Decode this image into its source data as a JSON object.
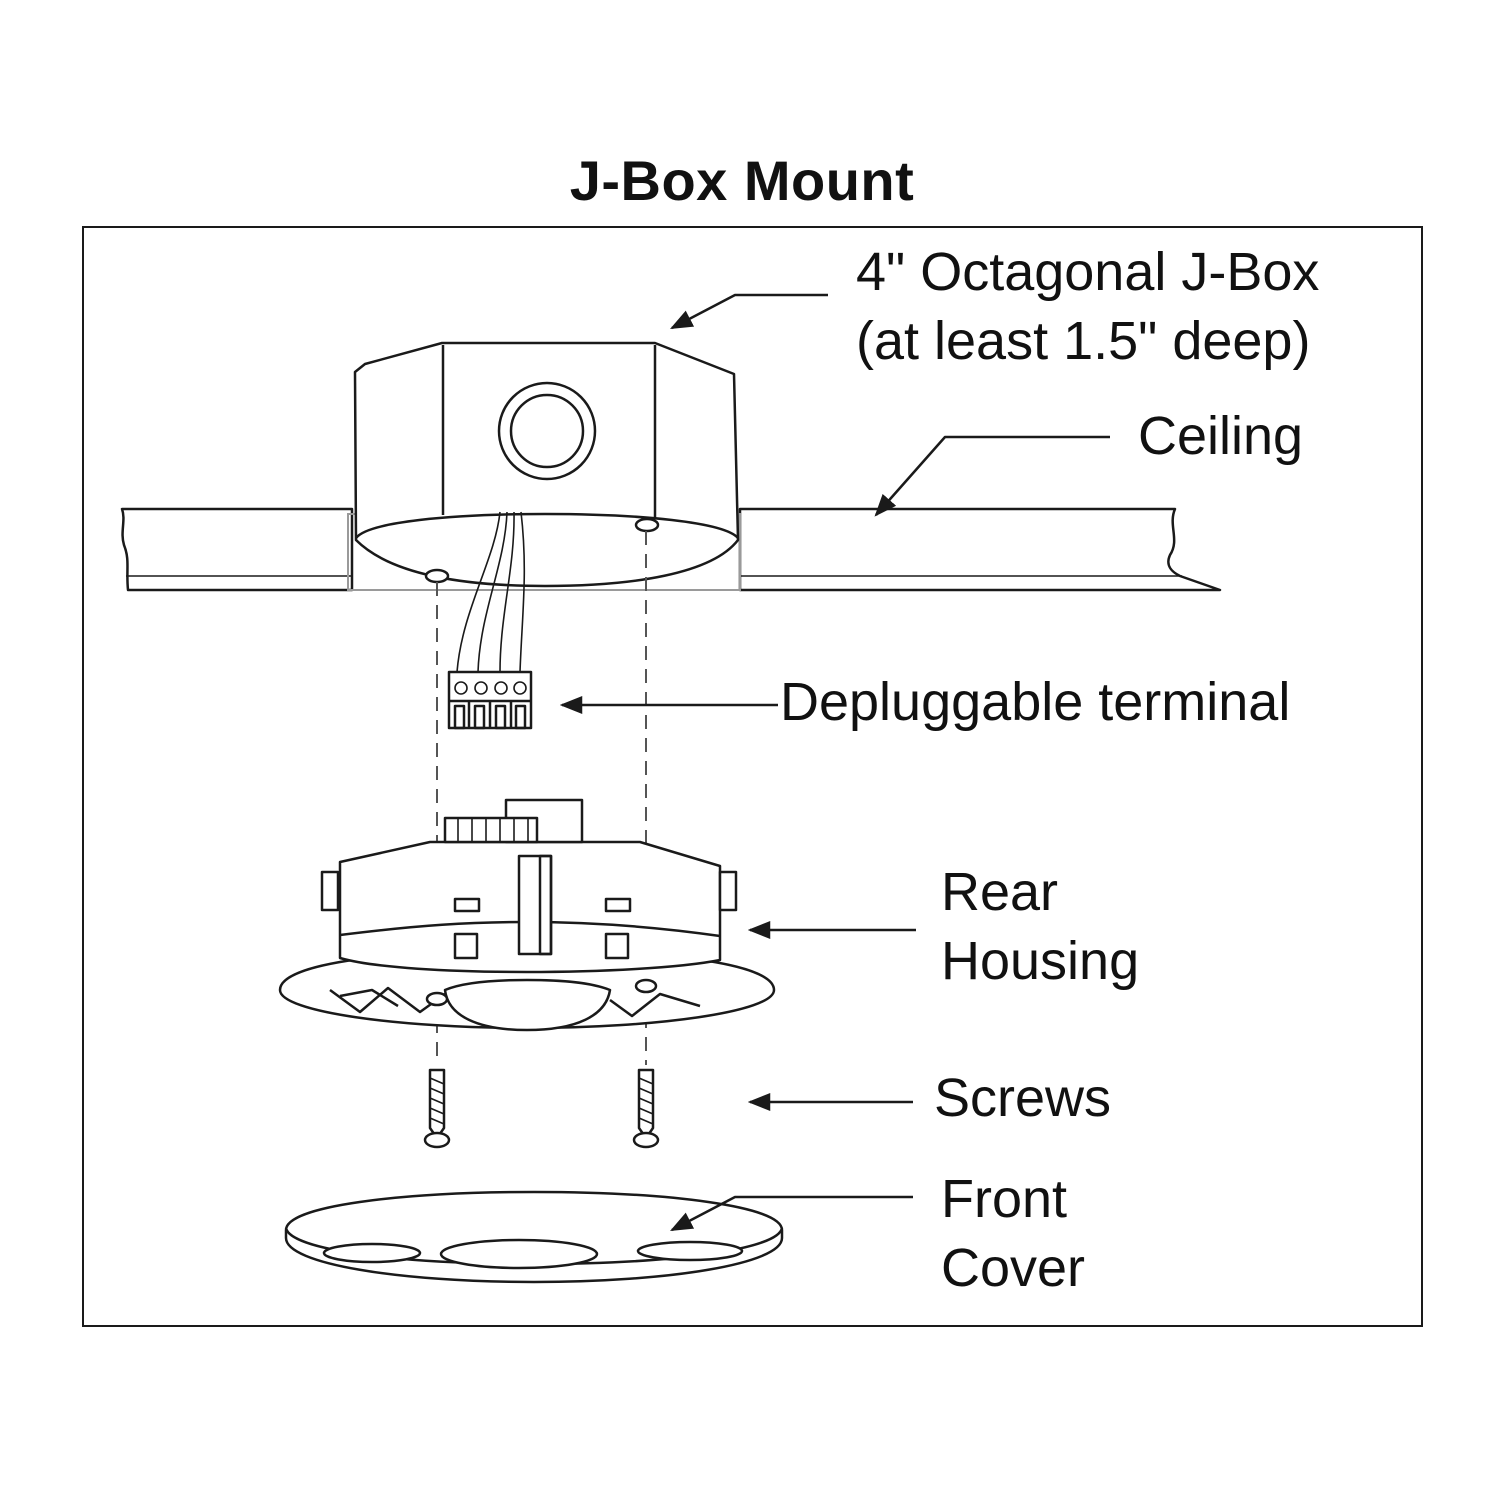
{
  "title": "J-Box Mount",
  "labels": {
    "jbox_line1": "4\" Octagonal J-Box",
    "jbox_line2": "(at least 1.5\" deep)",
    "ceiling": "Ceiling",
    "terminal": "Depluggable terminal",
    "rear_line1": "Rear",
    "rear_line2": "Housing",
    "screws": "Screws",
    "cover_line1": "Front",
    "cover_line2": "Cover"
  },
  "colors": {
    "line": "#1a1a1a",
    "background": "#ffffff"
  }
}
